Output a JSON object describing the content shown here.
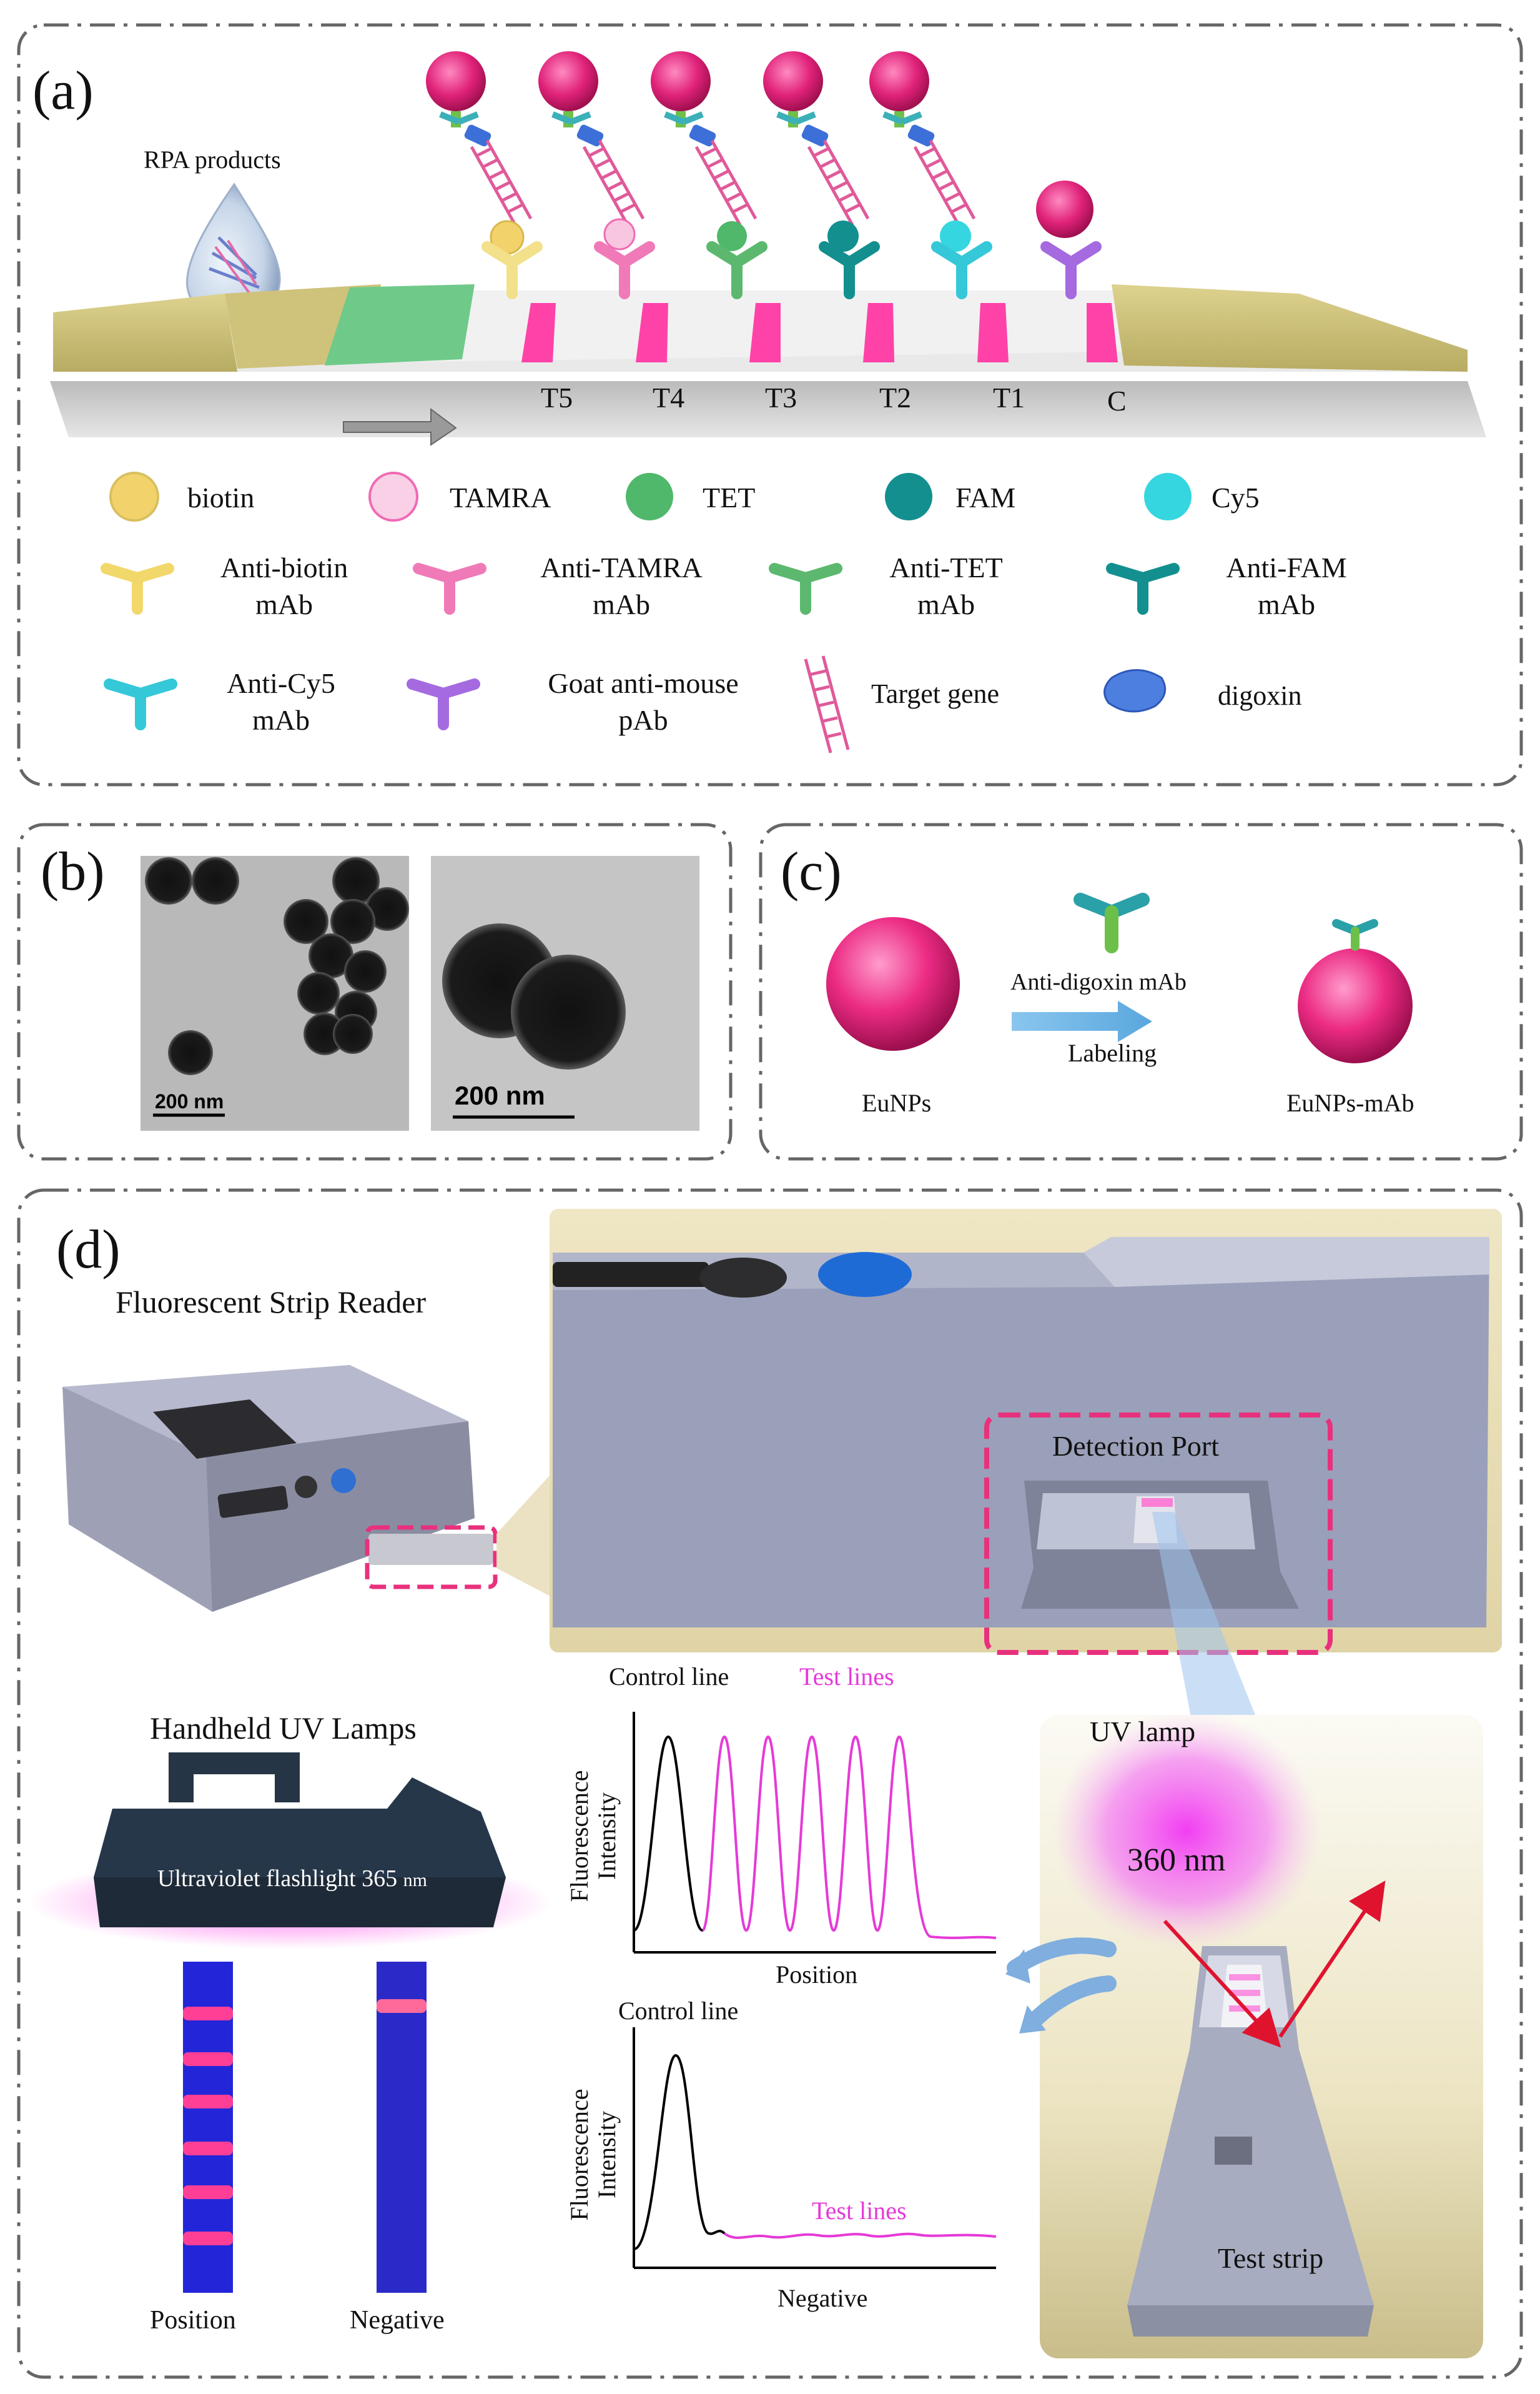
{
  "panel_a": {
    "letter": "(a)",
    "rpa_label": "RPA products",
    "lines": [
      "T5",
      "T4",
      "T3",
      "T2",
      "T1",
      "C"
    ],
    "legend": {
      "row1": [
        "biotin",
        "TAMRA",
        "TET",
        "FAM",
        "Cy5"
      ],
      "row2": [
        {
          "line1": "Anti-biotin",
          "line2": "mAb"
        },
        {
          "line1": "Anti-TAMRA",
          "line2": "mAb"
        },
        {
          "line1": "Anti-TET",
          "line2": "mAb"
        },
        {
          "line1": "Anti-FAM",
          "line2": "mAb"
        }
      ],
      "row3": [
        {
          "line1": "Anti-Cy5",
          "line2": "mAb"
        },
        {
          "line1": "Goat anti-mouse",
          "line2": "pAb"
        },
        {
          "line1": "Target gene",
          "line2": ""
        },
        {
          "line1": "digoxin",
          "line2": ""
        }
      ]
    },
    "colors": {
      "biotin": "#f2d36b",
      "tamra": "#f06ab4",
      "tet": "#4fb86a",
      "fam": "#138f8f",
      "cy5": "#35d6e0",
      "goat": "#a06ae0",
      "bead": "#e0227a",
      "line": "#ff3aa8"
    }
  },
  "panel_b": {
    "letter": "(b)",
    "scale_left": "200 nm",
    "scale_right": "200 nm"
  },
  "panel_c": {
    "letter": "(c)",
    "antibody_label": "Anti-digoxin mAb",
    "arrow_label": "Labeling",
    "left_label": "EuNPs",
    "right_label": "EuNPs-mAb"
  },
  "panel_d": {
    "letter": "(d)",
    "reader_title": "Fluorescent Strip Reader",
    "detection_port": "Detection Port",
    "uv_title": "Handheld UV Lamps",
    "flashlight_text": "Ultraviolet flashlight 365",
    "flashlight_unit": "nm",
    "strip_labels": [
      "Position",
      "Negative"
    ],
    "chart_top": {
      "control": "Control line",
      "test": "Test lines",
      "ylabel_1": "Fluorescence",
      "ylabel_2": "Intensity",
      "xlabel": "Position"
    },
    "chart_bottom": {
      "control": "Control line",
      "test": "Test lines",
      "ylabel_1": "Fluorescence",
      "ylabel_2": "Intensity",
      "xlabel": "Negative"
    },
    "uv_lamp": "UV lamp",
    "wavelength": "360 nm",
    "test_strip": "Test strip"
  }
}
